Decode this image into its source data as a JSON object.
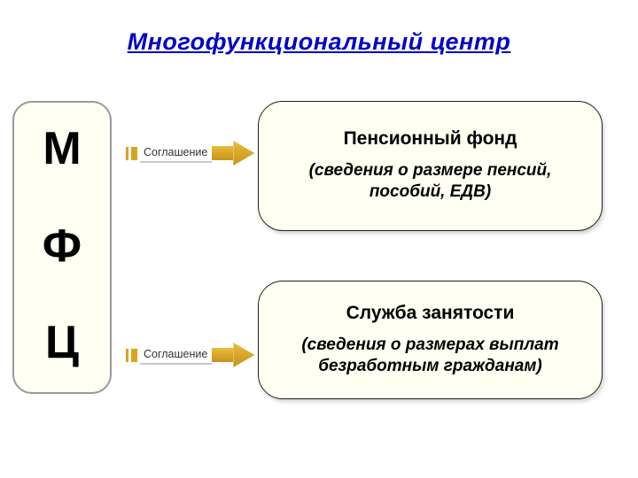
{
  "title": "Многофункциональный центр",
  "mfc": {
    "letters": [
      "М",
      "Ф",
      "Ц"
    ]
  },
  "arrows": [
    {
      "label": "Соглашение"
    },
    {
      "label": "Соглашение"
    }
  ],
  "boxes": [
    {
      "title": "Пенсионный фонд",
      "subtitle": "(сведения о размере пенсий, пособий, ЕДВ)"
    },
    {
      "title": "Служба занятости",
      "subtitle": "(сведения о размерах выплат безработным гражданам)"
    }
  ],
  "colors": {
    "title_blue": "#0000c8",
    "accent_gold": "#d9a41d",
    "box_background": "#fffff2"
  }
}
